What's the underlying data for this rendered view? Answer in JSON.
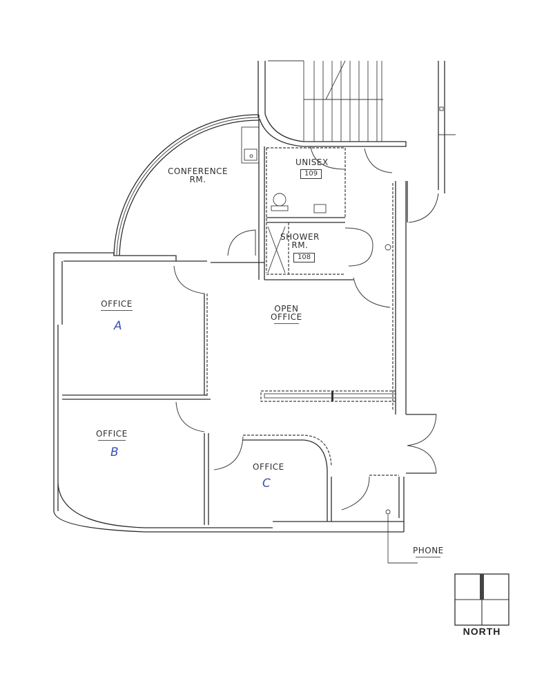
{
  "diagram": {
    "type": "architectural-floor-plan",
    "rooms": [
      {
        "id": "conference",
        "label_line1": "CONFERENCE",
        "label_line2": "RM."
      },
      {
        "id": "unisex",
        "label": "UNISEX",
        "room_number": "109"
      },
      {
        "id": "shower",
        "label_line1": "SHOWER",
        "label_line2": "RM.",
        "room_number": "108"
      },
      {
        "id": "open-office",
        "label_line1": "OPEN",
        "label_line2": "OFFICE"
      },
      {
        "id": "office-a",
        "label": "OFFICE",
        "handwritten": "A"
      },
      {
        "id": "office-b",
        "label": "OFFICE",
        "handwritten": "B"
      },
      {
        "id": "office-c",
        "label": "OFFICE",
        "handwritten": "C"
      }
    ],
    "annotations": {
      "phone": "PHONE"
    },
    "north_indicator": {
      "label": "NORTH"
    },
    "colors": {
      "line": "#2b2b2b",
      "handwriting": "#3a4fb0",
      "background": "#ffffff"
    }
  }
}
